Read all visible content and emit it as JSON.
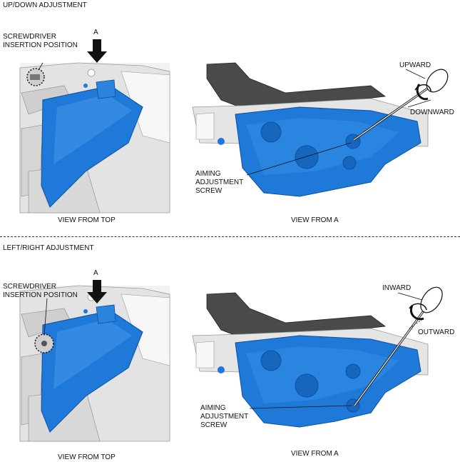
{
  "colors": {
    "headlamp_blue": "#1f79d8",
    "headlamp_dark": "#0d4fa3",
    "body_gray": "#d9d9d9",
    "bracket_dark": "#4a4a4a"
  },
  "top": {
    "section_title": "UP/DOWN ADJUSTMENT",
    "screwdriver_label": [
      "SCREWDRIVER",
      "INSERTION POSITION"
    ],
    "arrow_label": "A",
    "view_top_caption": "VIEW FROM TOP",
    "view_a_caption": "VIEW FROM A",
    "direction_1": "UPWARD",
    "direction_2": "DOWNWARD",
    "aiming_label": [
      "AIMING",
      "ADJUSTMENT",
      "SCREW"
    ]
  },
  "bottom": {
    "section_title": "LEFT/RIGHT ADJUSTMENT",
    "screwdriver_label": [
      "SCREWDRIVER",
      "INSERTION POSITION"
    ],
    "arrow_label": "A",
    "view_top_caption": "VIEW FROM TOP",
    "view_a_caption": "VIEW FROM A",
    "direction_1": "INWARD",
    "direction_2": "OUTWARD",
    "aiming_label": [
      "AIMING",
      "ADJUSTMENT",
      "SCREW"
    ]
  }
}
